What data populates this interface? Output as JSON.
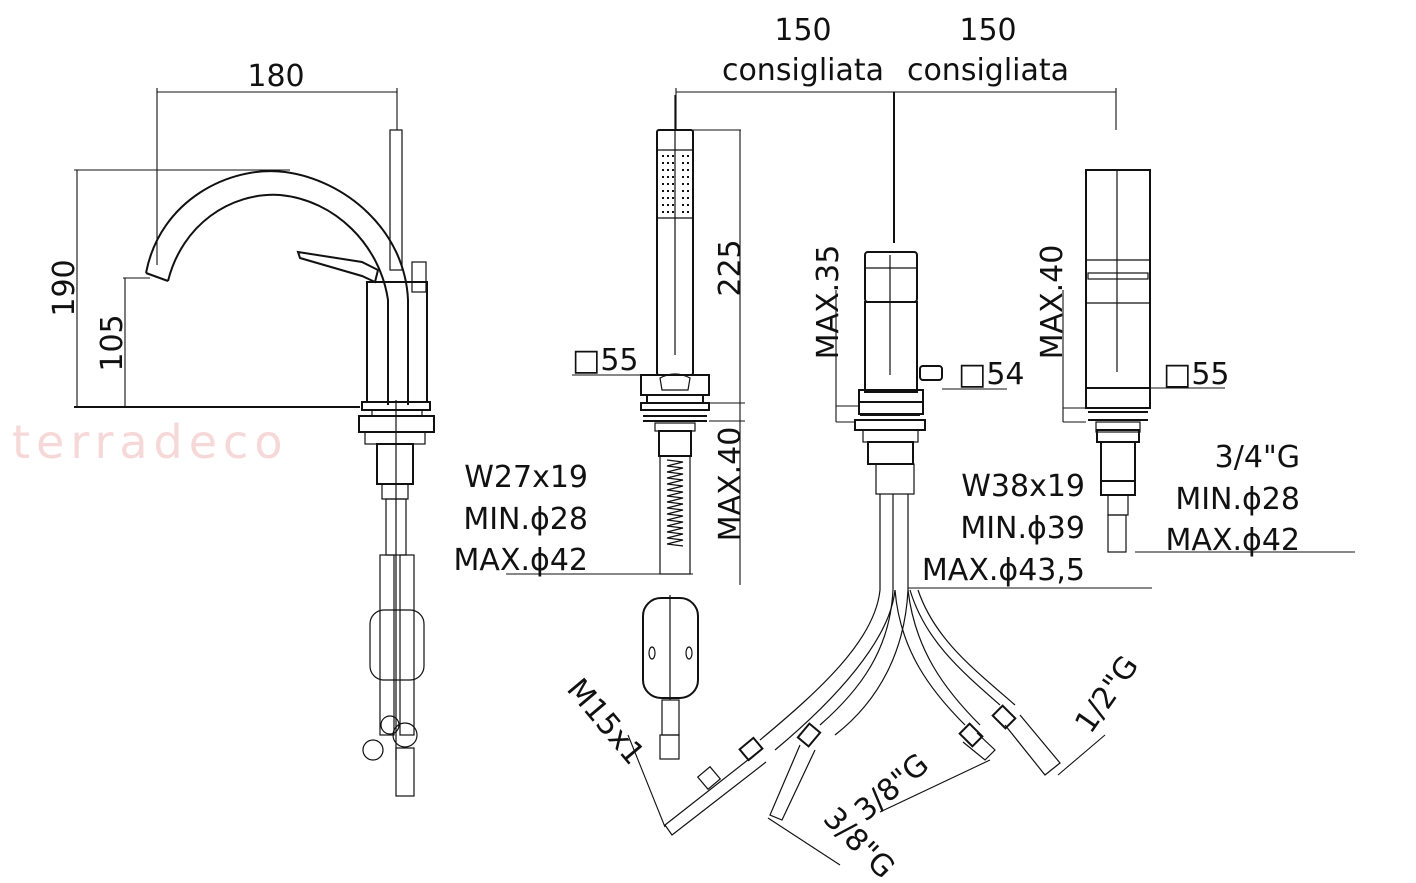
{
  "title": "Deck-mounted bath mixer technical drawing",
  "watermark": "terradeco",
  "colors": {
    "line": "#111111",
    "watermark": "#f6d8d8",
    "background": "#ffffff"
  },
  "spout": {
    "width": "180",
    "height": "190",
    "outlet_height": "105"
  },
  "handshower": {
    "length": "225",
    "base_size": "□55",
    "deck_thickness": "MAX.40",
    "thread": "W27x19",
    "hole_min": "MIN.ϕ28",
    "hole_max": "MAX.ϕ42",
    "hose_connection": "M15x1"
  },
  "spacing": {
    "left_value": "150",
    "left_note": "consigliata",
    "right_value": "150",
    "right_note": "consigliata"
  },
  "diverter": {
    "deck_thickness": "MAX.35",
    "base_size": "□54",
    "thread": "W38x19",
    "hole_min": "MIN.ϕ39",
    "hole_max": "MAX.ϕ43,5",
    "hose_left": "3/8\"G",
    "hose_right": "3/8\"G",
    "hose_supply": "1/2\"G"
  },
  "mixer": {
    "deck_thickness": "MAX.40",
    "base_size": "□55",
    "thread": "3/4\"G",
    "hole_min": "MIN.ϕ28",
    "hole_max": "MAX.ϕ42"
  }
}
